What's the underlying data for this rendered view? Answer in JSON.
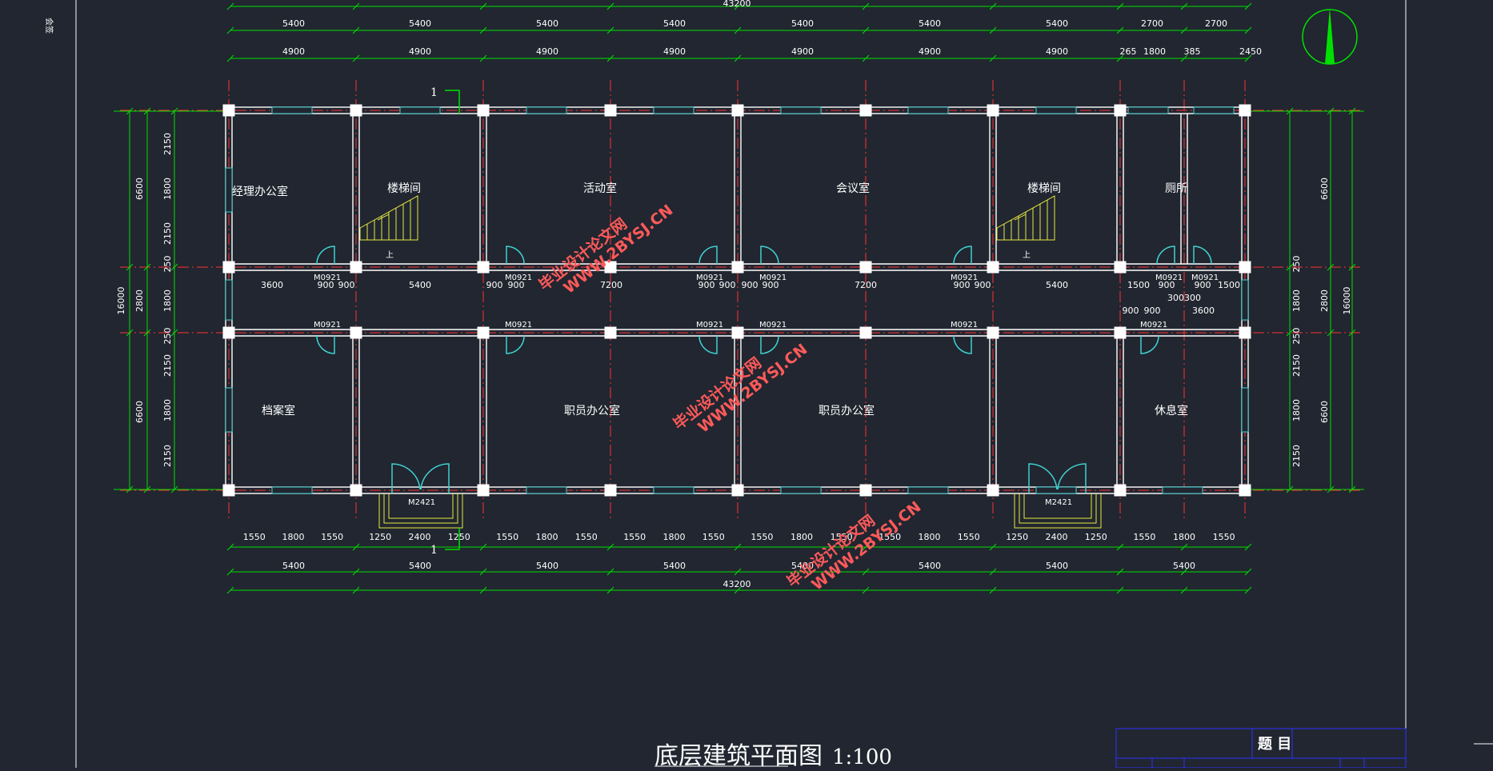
{
  "drawing": {
    "title": "底层建筑平面图",
    "scale": "1:100",
    "overall_dimension": "43200",
    "section_mark": "1",
    "stair_up": "上",
    "side_tag": "会签",
    "titleblock_heading": "题 目"
  },
  "dims": {
    "top_axis": [
      "5400",
      "5400",
      "5400",
      "5400",
      "5400",
      "5400",
      "5400",
      "2700",
      "2700"
    ],
    "top_detail": [
      "4900",
      "4900",
      "4900",
      "4900",
      "4900",
      "4900",
      "4900",
      "265",
      "1800",
      "385",
      "2450"
    ],
    "corridor_upper": [
      "3600",
      "900",
      "900",
      "5400",
      "900",
      "900",
      "7200",
      "900",
      "900",
      "900",
      "900",
      "7200",
      "900",
      "900",
      "5400",
      "1500",
      "900",
      "900",
      "1500"
    ],
    "corridor_lower": [
      "900",
      "900",
      "3600",
      "300300"
    ],
    "bottom_detail": [
      "1550",
      "1800",
      "1550",
      "1250",
      "2400",
      "1250",
      "1550",
      "1800",
      "1550",
      "1550",
      "1800",
      "1550",
      "1550",
      "1800",
      "1550",
      "1550",
      "1800",
      "1550",
      "1250",
      "2400",
      "1250",
      "1550",
      "1800",
      "1550"
    ],
    "bottom_axis": [
      "5400",
      "5400",
      "5400",
      "5400",
      "5400",
      "5400",
      "5400",
      "5400"
    ],
    "left_total": "16000",
    "left_mid": [
      "6600",
      "2800",
      "6600"
    ],
    "left_detail": [
      "2150",
      "1800",
      "2150",
      "250",
      "1800",
      "250",
      "2150",
      "1800",
      "2150"
    ],
    "right_total": "16000",
    "right_mid": [
      "6600",
      "2800",
      "6600"
    ],
    "right_detail": [
      "250",
      "1800",
      "250",
      "2150",
      "1800",
      "2150"
    ]
  },
  "rooms": {
    "manager_office": "经理办公室",
    "stair_1": "楼梯间",
    "activity": "活动室",
    "meeting": "会议室",
    "stair_2": "楼梯间",
    "toilet": "厕所",
    "archive": "档案室",
    "staff_office_1": "职员办公室",
    "staff_office_2": "职员办公室",
    "lounge": "休息室"
  },
  "doors": {
    "m": "M0921",
    "main": "M2421"
  },
  "watermark": {
    "line1": "毕业设计论文网",
    "line2": "WWW.2BYSJ.CN"
  },
  "colors": {
    "background": "#212630",
    "dimension": "#00e000",
    "wall": "#ffffff",
    "window": "#3fd0d0",
    "axis": "#ff3333",
    "stair": "#e8e840",
    "watermark": "#ff5a5a",
    "titleblock": "#3030ff"
  }
}
